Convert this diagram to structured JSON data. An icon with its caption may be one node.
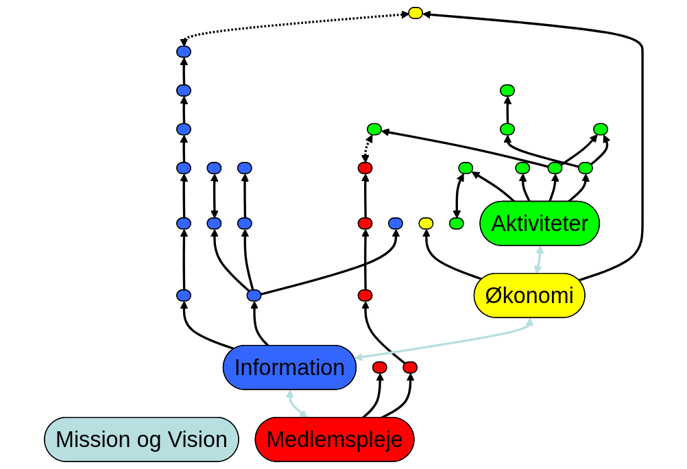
{
  "diagram": {
    "nodes": [
      {
        "text": [
          "Mission og Vision"
        ]
      },
      {
        "text": [],
        "shape": "ellipse"
      },
      {
        "text": [],
        "shape": "ellipse"
      },
      {
        "text": [],
        "shape": "ellipse"
      },
      {
        "text": [],
        "shape": "ellipse"
      },
      {
        "text": [],
        "shape": "ellipse"
      },
      {
        "text": [
          "Medlemspleje"
        ]
      },
      {
        "text": [],
        "shape": "ellipse"
      },
      {
        "text": [],
        "shape": "ellipse"
      },
      {
        "text": [],
        "shape": "ellipse"
      },
      {
        "text": [],
        "shape": "ellipse"
      },
      {
        "text": [],
        "shape": "ellipse"
      },
      {
        "text": [],
        "shape": "ellipse"
      },
      {
        "text": [],
        "shape": "ellipse"
      },
      {
        "text": [],
        "shape": "ellipse"
      },
      {
        "text": [],
        "shape": "ellipse"
      },
      {
        "text": [],
        "shape": "ellipse"
      },
      {
        "text": [],
        "shape": "ellipse"
      },
      {
        "text": [],
        "shape": "ellipse"
      },
      {
        "text": [
          "Information"
        ]
      },
      {
        "text": [],
        "shape": "ellipse"
      },
      {
        "text": [],
        "shape": "ellipse"
      },
      {
        "text": [
          "Økonomi"
        ]
      },
      {
        "text": [],
        "shape": "ellipse"
      },
      {
        "text": [],
        "shape": "ellipse"
      },
      {
        "text": [],
        "shape": "ellipse"
      },
      {
        "text": [],
        "shape": "ellipse"
      },
      {
        "text": [],
        "shape": "ellipse"
      },
      {
        "text": [],
        "shape": "ellipse"
      },
      {
        "text": [],
        "shape": "ellipse"
      },
      {
        "text": [],
        "shape": "ellipse"
      },
      {
        "text": [],
        "shape": "ellipse"
      },
      {
        "text": [
          "Aktiviteter"
        ]
      }
    ],
    "edges": [
      {
        "from": 6,
        "to": 5,
        "arrow": "to"
      },
      {
        "from": 6,
        "to": 4,
        "arrow": "to"
      },
      {
        "from": 4,
        "to": 3,
        "arrow": "to"
      },
      {
        "from": 3,
        "to": 2,
        "arrow": "to"
      },
      {
        "from": 2,
        "to": 1,
        "arrow": "to"
      },
      {
        "from": 19,
        "to": 17,
        "arrow": "to"
      },
      {
        "from": 19,
        "to": 18,
        "arrow": "to"
      },
      {
        "from": 17,
        "to": 15,
        "arrow": "to"
      },
      {
        "from": 15,
        "to": 13,
        "arrow": "to"
      },
      {
        "from": 13,
        "to": 10,
        "arrow": "to"
      },
      {
        "from": 10,
        "to": 8,
        "arrow": "to"
      },
      {
        "from": 8,
        "to": 7,
        "arrow": "to"
      },
      {
        "from": 18,
        "to": 16,
        "arrow": "to"
      },
      {
        "from": 18,
        "to": 12,
        "arrow": "to"
      },
      {
        "from": 12,
        "to": 11,
        "arrow": "to"
      },
      {
        "from": 18,
        "to": 14,
        "arrow": "to"
      },
      {
        "from": 14,
        "to": 9,
        "arrow": "both"
      },
      {
        "from": 22,
        "to": 20,
        "arrow": "to"
      },
      {
        "from": 22,
        "to": 21,
        "arrow": "to"
      },
      {
        "from": 32,
        "to": 25,
        "arrow": "to"
      },
      {
        "from": 32,
        "to": 30,
        "arrow": "to"
      },
      {
        "from": 32,
        "to": 31,
        "arrow": "to"
      },
      {
        "from": 32,
        "to": 24,
        "arrow": "to"
      },
      {
        "from": 30,
        "to": 28,
        "arrow": "to"
      },
      {
        "from": 30,
        "to": 29,
        "arrow": "to"
      },
      {
        "from": 28,
        "to": 27,
        "arrow": "to"
      },
      {
        "from": 31,
        "to": 29,
        "arrow": "to"
      },
      {
        "from": 31,
        "to": 26,
        "arrow": "to"
      },
      {
        "from": 23,
        "to": 24,
        "arrow": "both"
      },
      {
        "from": 1,
        "to": 26,
        "arrow": "both",
        "style": "dashed"
      },
      {
        "from": 7,
        "to": 20,
        "arrow": "both",
        "style": "dashed"
      },
      {
        "from": 6,
        "to": 19,
        "arrow": "both",
        "color": "#b7dfe0"
      },
      {
        "from": 19,
        "to": 22,
        "arrow": "both",
        "color": "#b7dfe0"
      },
      {
        "from": 22,
        "to": 32,
        "arrow": "both",
        "color": "#b7dfe0"
      }
    ]
  }
}
